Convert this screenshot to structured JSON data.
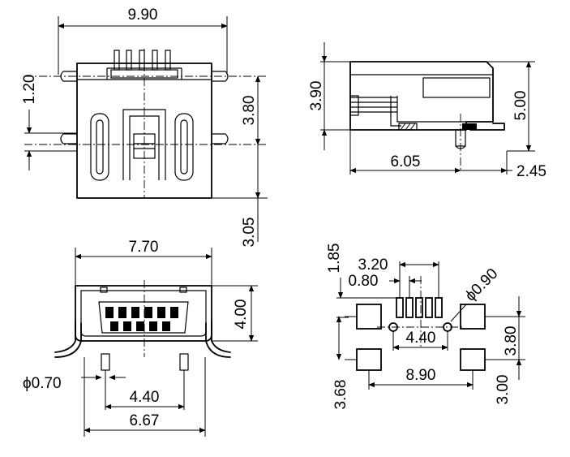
{
  "top_view": {
    "dim_width": "9.90",
    "dim_pin_pitch": "1.20",
    "dim_height": "3.80",
    "dim_offset": "3.05"
  },
  "side_view": {
    "dim_body_height": "3.90",
    "dim_total_height": "5.00",
    "dim_depth": "6.05",
    "dim_post": "2.45"
  },
  "front_view": {
    "dim_width": "7.70",
    "dim_height": "4.00",
    "dim_post_dia": "ϕ0.70",
    "dim_post_spacing": "4.40",
    "dim_outer": "6.67"
  },
  "footprint": {
    "dim_pad_height": "1.85",
    "dim_pin_span": "3.20",
    "dim_pin_pitch": "0.80",
    "dim_hole_dia": "ϕ0.90",
    "dim_hole_spacing": "4.40",
    "dim_pad_spacing": "3.80",
    "dim_left": "3.68",
    "dim_width": "8.90",
    "dim_right": "3.00"
  }
}
